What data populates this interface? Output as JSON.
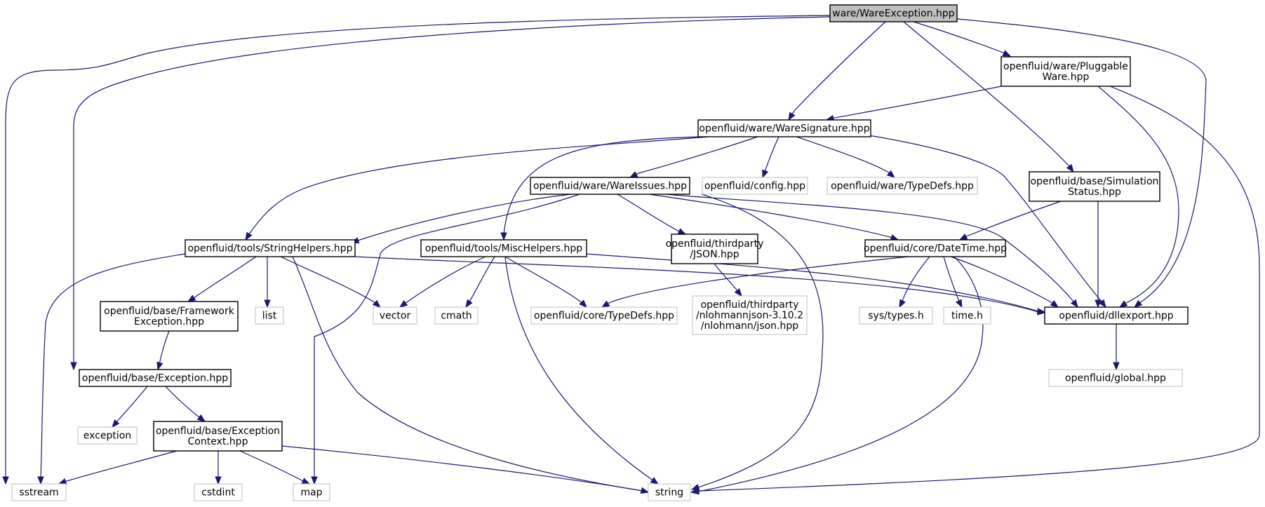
{
  "graph": {
    "colors": {
      "edge": "#191970",
      "root_fill": "#bfbfbf",
      "local_border": "#000000",
      "external_border": "#bfbfbf",
      "node_fill": "#ffffff"
    },
    "nodes": [
      {
        "id": "n0",
        "lines": [
          "ware/WareException.hpp"
        ],
        "kind": "root"
      },
      {
        "id": "n1",
        "lines": [
          "openfluid/ware/Pluggable",
          "Ware.hpp"
        ],
        "kind": "local"
      },
      {
        "id": "n2",
        "lines": [
          "openfluid/ware/WareSignature.hpp"
        ],
        "kind": "local"
      },
      {
        "id": "n3",
        "lines": [
          "openfluid/base/Simulation",
          "Status.hpp"
        ],
        "kind": "local"
      },
      {
        "id": "n4",
        "lines": [
          "openfluid/ware/WareIssues.hpp"
        ],
        "kind": "local"
      },
      {
        "id": "n5",
        "lines": [
          "openfluid/config.hpp"
        ],
        "kind": "external"
      },
      {
        "id": "n6",
        "lines": [
          "openfluid/ware/TypeDefs.hpp"
        ],
        "kind": "external"
      },
      {
        "id": "n7",
        "lines": [
          "openfluid/tools/StringHelpers.hpp"
        ],
        "kind": "local"
      },
      {
        "id": "n8",
        "lines": [
          "openfluid/tools/MiscHelpers.hpp"
        ],
        "kind": "local"
      },
      {
        "id": "n9",
        "lines": [
          "openfluid/thirdparty",
          "/JSON.hpp"
        ],
        "kind": "local"
      },
      {
        "id": "n10",
        "lines": [
          "openfluid/core/DateTime.hpp"
        ],
        "kind": "local"
      },
      {
        "id": "n11",
        "lines": [
          "openfluid/base/Framework",
          "Exception.hpp"
        ],
        "kind": "local"
      },
      {
        "id": "n12",
        "lines": [
          "list"
        ],
        "kind": "external"
      },
      {
        "id": "n13",
        "lines": [
          "vector"
        ],
        "kind": "external"
      },
      {
        "id": "n14",
        "lines": [
          "cmath"
        ],
        "kind": "external"
      },
      {
        "id": "n15",
        "lines": [
          "openfluid/core/TypeDefs.hpp"
        ],
        "kind": "external"
      },
      {
        "id": "n16",
        "lines": [
          "openfluid/thirdparty",
          "/nlohmannjson-3.10.2",
          "/nlohmann/json.hpp"
        ],
        "kind": "external"
      },
      {
        "id": "n17",
        "lines": [
          "sys/types.h"
        ],
        "kind": "external"
      },
      {
        "id": "n18",
        "lines": [
          "time.h"
        ],
        "kind": "external"
      },
      {
        "id": "n19",
        "lines": [
          "openfluid/dllexport.hpp"
        ],
        "kind": "local"
      },
      {
        "id": "n20",
        "lines": [
          "openfluid/base/Exception.hpp"
        ],
        "kind": "local"
      },
      {
        "id": "n21",
        "lines": [
          "openfluid/global.hpp"
        ],
        "kind": "external"
      },
      {
        "id": "n22",
        "lines": [
          "exception"
        ],
        "kind": "external"
      },
      {
        "id": "n23",
        "lines": [
          "openfluid/base/Exception",
          "Context.hpp"
        ],
        "kind": "local"
      },
      {
        "id": "n24",
        "lines": [
          "sstream"
        ],
        "kind": "external"
      },
      {
        "id": "n25",
        "lines": [
          "cstdint"
        ],
        "kind": "external"
      },
      {
        "id": "n26",
        "lines": [
          "map"
        ],
        "kind": "external"
      },
      {
        "id": "n27",
        "lines": [
          "string"
        ],
        "kind": "external"
      }
    ],
    "edges": [
      {
        "from": "n0",
        "to": "n1"
      },
      {
        "from": "n0",
        "to": "n2"
      },
      {
        "from": "n0",
        "to": "n3"
      },
      {
        "from": "n0",
        "to": "n19"
      },
      {
        "from": "n0",
        "to": "n20"
      },
      {
        "from": "n0",
        "to": "n24"
      },
      {
        "from": "n1",
        "to": "n2"
      },
      {
        "from": "n1",
        "to": "n19"
      },
      {
        "from": "n1",
        "to": "n27"
      },
      {
        "from": "n2",
        "to": "n4"
      },
      {
        "from": "n2",
        "to": "n5"
      },
      {
        "from": "n2",
        "to": "n6"
      },
      {
        "from": "n2",
        "to": "n7"
      },
      {
        "from": "n2",
        "to": "n8"
      },
      {
        "from": "n2",
        "to": "n19"
      },
      {
        "from": "n3",
        "to": "n10"
      },
      {
        "from": "n3",
        "to": "n19"
      },
      {
        "from": "n4",
        "to": "n7"
      },
      {
        "from": "n4",
        "to": "n9"
      },
      {
        "from": "n4",
        "to": "n10"
      },
      {
        "from": "n4",
        "to": "n19"
      },
      {
        "from": "n4",
        "to": "n26"
      },
      {
        "from": "n4",
        "to": "n27"
      },
      {
        "from": "n7",
        "to": "n11"
      },
      {
        "from": "n7",
        "to": "n12"
      },
      {
        "from": "n7",
        "to": "n13"
      },
      {
        "from": "n7",
        "to": "n19"
      },
      {
        "from": "n7",
        "to": "n24"
      },
      {
        "from": "n7",
        "to": "n27"
      },
      {
        "from": "n8",
        "to": "n13"
      },
      {
        "from": "n8",
        "to": "n14"
      },
      {
        "from": "n8",
        "to": "n15"
      },
      {
        "from": "n8",
        "to": "n19"
      },
      {
        "from": "n8",
        "to": "n27"
      },
      {
        "from": "n9",
        "to": "n16"
      },
      {
        "from": "n10",
        "to": "n15"
      },
      {
        "from": "n10",
        "to": "n17"
      },
      {
        "from": "n10",
        "to": "n18"
      },
      {
        "from": "n10",
        "to": "n19"
      },
      {
        "from": "n10",
        "to": "n27"
      },
      {
        "from": "n11",
        "to": "n20"
      },
      {
        "from": "n19",
        "to": "n21"
      },
      {
        "from": "n20",
        "to": "n22"
      },
      {
        "from": "n20",
        "to": "n23"
      },
      {
        "from": "n23",
        "to": "n24"
      },
      {
        "from": "n23",
        "to": "n25"
      },
      {
        "from": "n23",
        "to": "n26"
      },
      {
        "from": "n23",
        "to": "n27"
      }
    ]
  }
}
